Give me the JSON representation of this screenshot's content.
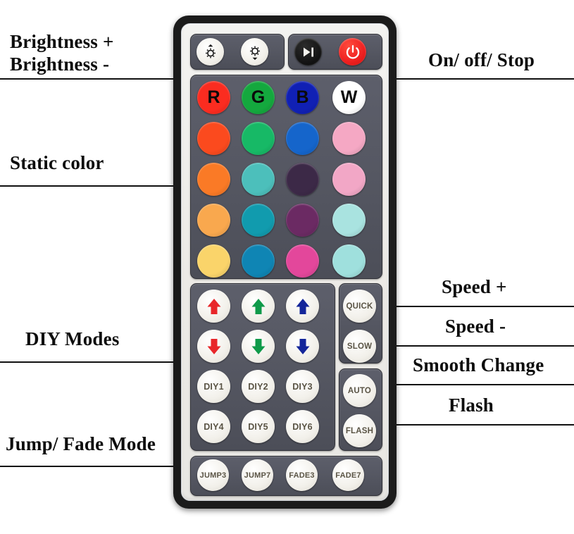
{
  "device": {
    "name": "44-key RGB LED controller remote",
    "body_color": "#1b1b1b",
    "face_color": "#eceae6",
    "panel_color": "#555762"
  },
  "annotations": {
    "left": [
      {
        "id": "brightness",
        "lines": [
          "Brightness +",
          "Brightness -"
        ]
      },
      {
        "id": "static-color",
        "lines": [
          "Static color"
        ]
      },
      {
        "id": "diy-modes",
        "lines": [
          "DIY Modes"
        ]
      },
      {
        "id": "jump-fade",
        "lines": [
          "Jump/ Fade Mode"
        ]
      }
    ],
    "right": [
      {
        "id": "on-off-stop",
        "label": "On/ off/ Stop"
      },
      {
        "id": "speed-plus",
        "label": "Speed +"
      },
      {
        "id": "speed-minus",
        "label": "Speed -"
      },
      {
        "id": "smooth-change",
        "label": "Smooth Change"
      },
      {
        "id": "flash",
        "label": "Flash"
      }
    ]
  },
  "top_row": {
    "brightness_up": {
      "icon": "sun-up-icon",
      "label": ""
    },
    "brightness_down": {
      "icon": "sun-down-icon",
      "label": ""
    },
    "play_pause": {
      "icon": "play-pause-icon",
      "label": "",
      "color": "#111111"
    },
    "power": {
      "icon": "power-icon",
      "label": "",
      "color": "#ee2020"
    }
  },
  "color_grid": {
    "rows": [
      [
        {
          "label": "R",
          "color": "#fb2c20",
          "text_color": "#0a0a0a"
        },
        {
          "label": "G",
          "color": "#14a83e",
          "text_color": "#0a0a0a"
        },
        {
          "label": "B",
          "color": "#1020b4",
          "text_color": "#0a0a0a"
        },
        {
          "label": "W",
          "color": "#ffffff",
          "text_color": "#0a0a0a"
        }
      ],
      [
        {
          "label": "",
          "color": "#fb4a1e"
        },
        {
          "label": "",
          "color": "#17b966"
        },
        {
          "label": "",
          "color": "#1565cb"
        },
        {
          "label": "",
          "color": "#f5a8c4"
        }
      ],
      [
        {
          "label": "",
          "color": "#fa7a26"
        },
        {
          "label": "",
          "color": "#4cbfbb"
        },
        {
          "label": "",
          "color": "#3c2947"
        },
        {
          "label": "",
          "color": "#f2a7c6"
        }
      ],
      [
        {
          "label": "",
          "color": "#f9a84e"
        },
        {
          "label": "",
          "color": "#119bae"
        },
        {
          "label": "",
          "color": "#6b2a63"
        },
        {
          "label": "",
          "color": "#a9e3e0"
        }
      ],
      [
        {
          "label": "",
          "color": "#fad46a"
        },
        {
          "label": "",
          "color": "#0f85b4"
        },
        {
          "label": "",
          "color": "#e3479b"
        },
        {
          "label": "",
          "color": "#9fe0dd"
        }
      ]
    ]
  },
  "diy_panel": {
    "arrow_rows": [
      [
        {
          "icon": "arrow-up-icon",
          "color": "#e8262a",
          "dir": "up"
        },
        {
          "icon": "arrow-up-icon",
          "color": "#0f9a4a",
          "dir": "up"
        },
        {
          "icon": "arrow-up-icon",
          "color": "#14269a",
          "dir": "up"
        }
      ],
      [
        {
          "icon": "arrow-down-icon",
          "color": "#e8262a",
          "dir": "down"
        },
        {
          "icon": "arrow-down-icon",
          "color": "#0f9a4a",
          "dir": "down"
        },
        {
          "icon": "arrow-down-icon",
          "color": "#14269a",
          "dir": "down"
        }
      ]
    ],
    "diy_rows": [
      [
        "DIY1",
        "DIY2",
        "DIY3"
      ],
      [
        "DIY4",
        "DIY5",
        "DIY6"
      ]
    ]
  },
  "side_panel": {
    "group_speed": [
      "QUICK",
      "SLOW"
    ],
    "group_mode": [
      "AUTO",
      "FLASH"
    ]
  },
  "bottom_row": [
    "JUMP3",
    "JUMP7",
    "FADE3",
    "FADE7"
  ]
}
